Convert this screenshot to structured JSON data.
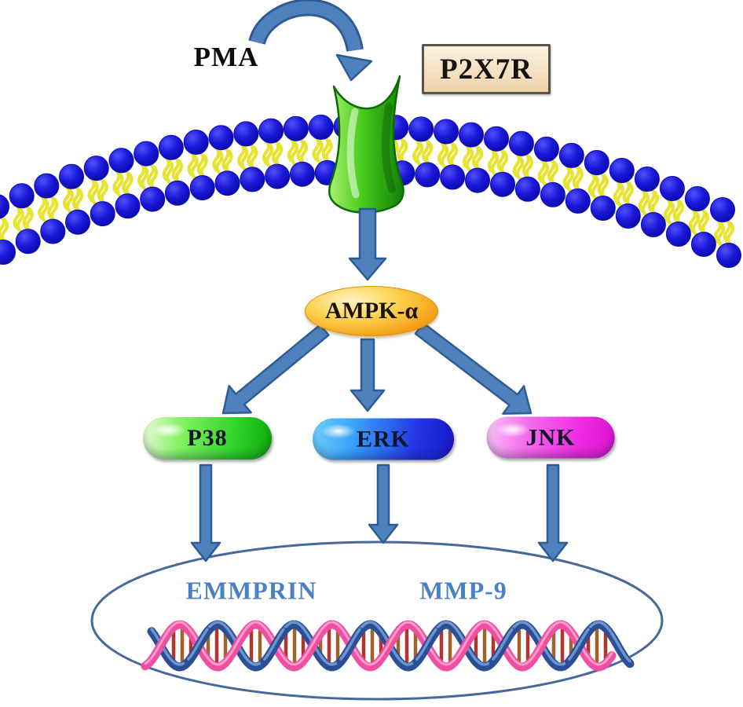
{
  "nodes": {
    "pma": {
      "label": "PMA"
    },
    "p2x7r": {
      "label": "P2X7R"
    },
    "ampk": {
      "label": "AMPK-α"
    },
    "p38": {
      "label": "P38"
    },
    "erk": {
      "label": "ERK"
    },
    "jnk": {
      "label": "JNK"
    },
    "emmprin": {
      "label": "EMMPRIN"
    },
    "mmp9": {
      "label": "MMP-9"
    }
  },
  "colors": {
    "arrow": "#4f81bd",
    "arrow_outline": "#2e5d96",
    "membrane_head": "#1a17d8",
    "membrane_head_dark": "#0c0cb8",
    "membrane_tail": "#e6e332",
    "channel_light": "#a9ef6e",
    "channel_mid": "#45cb1b",
    "channel_dark": "#138006",
    "channel_outline": "#0e6b03",
    "ampk_orange": "#f5a21a",
    "p38_green": "#2ed32a",
    "erk_blue": "#2336e6",
    "jnk_magenta": "#ee2ae2",
    "receptor_box_bg": "#f4dfc0",
    "receptor_box_border": "#58544c",
    "nucleus_outline": "#46699c",
    "gene_text": "#4a80c4",
    "dna_pink": "#ef4fa0",
    "dna_pink_light": "#ff9ccc",
    "dna_blue": "#2b4f96",
    "dna_blue_light": "#6d95cc",
    "dna_rung_brown": "#a2622c",
    "dna_rung_red": "#ae3530"
  }
}
